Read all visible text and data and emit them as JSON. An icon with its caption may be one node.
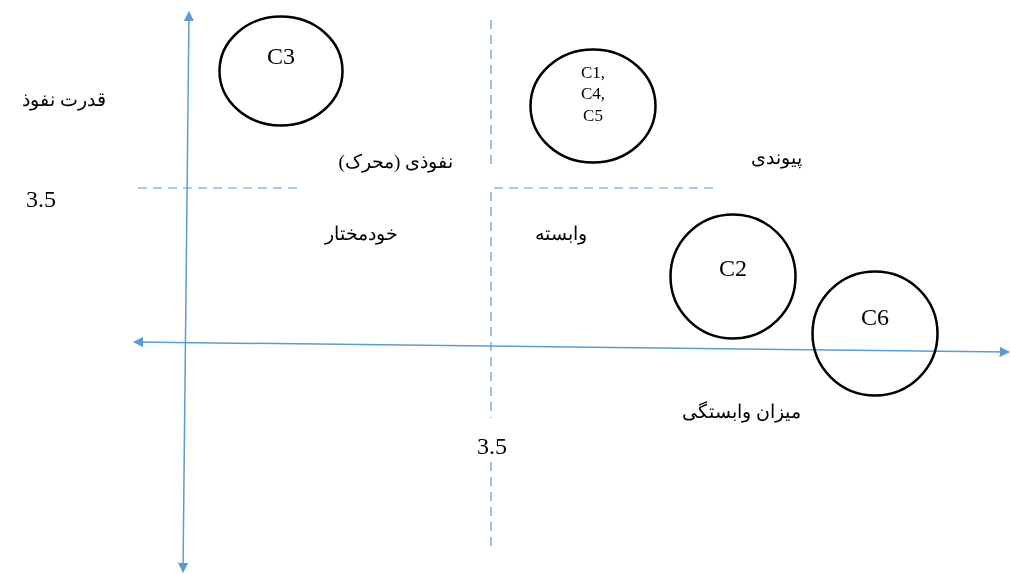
{
  "diagram": {
    "nodes": [
      {
        "text": [
          "C3"
        ]
      },
      {
        "text": [
          "C1, C4, C5"
        ]
      },
      {
        "text": [
          "C2"
        ]
      },
      {
        "text": [
          "C6"
        ]
      }
    ],
    "labels": [
      "قدرت نفوذ",
      "3.5",
      "نفوذی (محرک)",
      "پیوندی",
      "خودمختار",
      "وابسته",
      "میزان وابستگی",
      "3.5"
    ]
  }
}
